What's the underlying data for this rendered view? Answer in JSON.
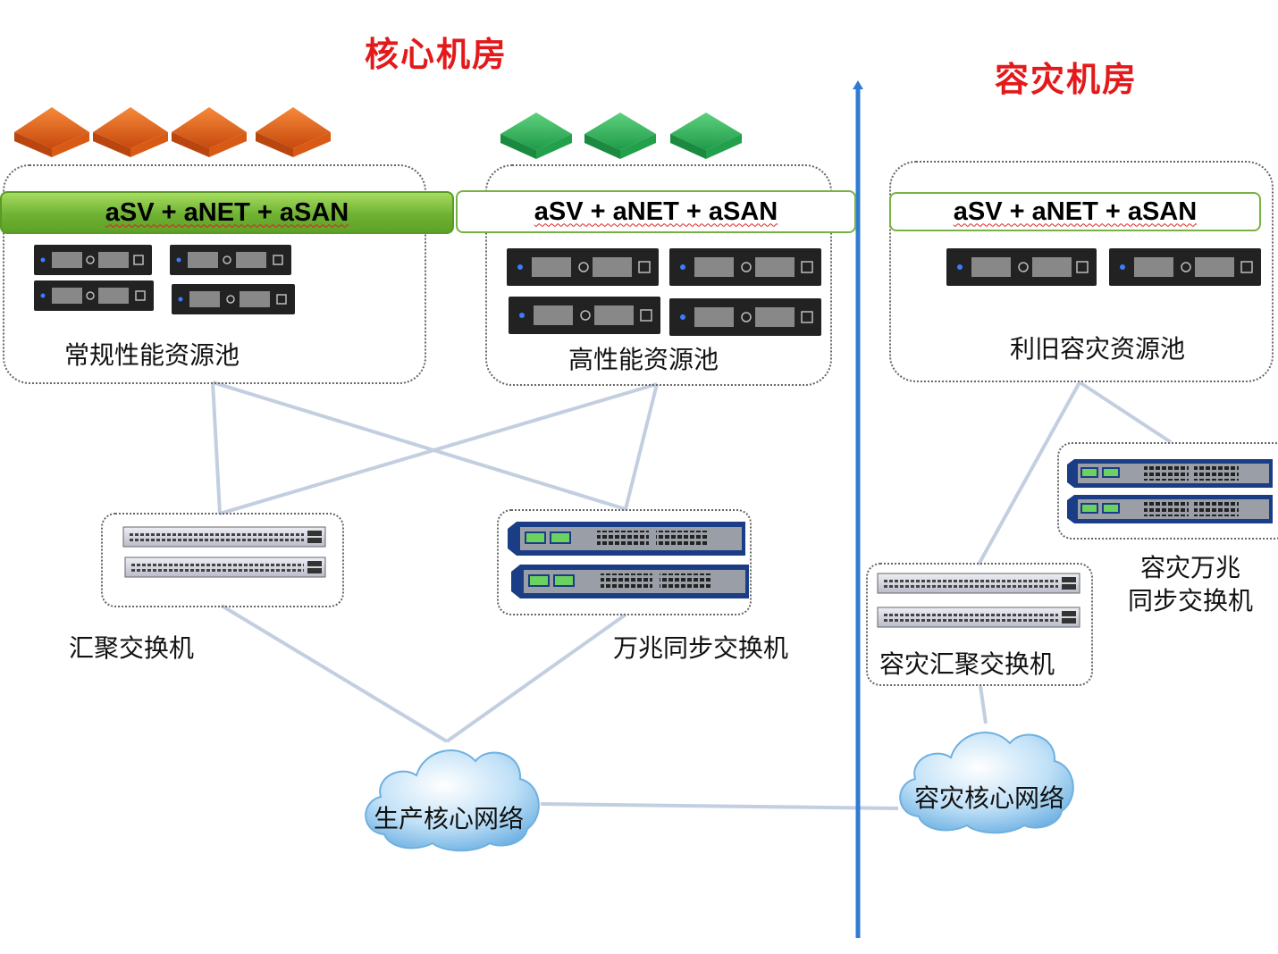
{
  "titles": {
    "core_room": "核心机房",
    "dr_room": "容灾机房"
  },
  "pools": {
    "regular": {
      "band": "aSV + aNET + aSAN",
      "label": "常规性能资源池"
    },
    "high": {
      "band": "aSV + aNET + aSAN",
      "label": "高性能资源池"
    },
    "dr": {
      "band": "aSV + aNET + aSAN",
      "label": "利旧容灾资源池"
    }
  },
  "switches": {
    "aggregation": {
      "label": "汇聚交换机"
    },
    "tengig_sync": {
      "label": "万兆同步交换机"
    },
    "dr_aggregation": {
      "label": "容灾汇聚交换机"
    },
    "dr_tengig_sync": {
      "label_line1": "容灾万兆",
      "label_line2": "同步交换机"
    }
  },
  "networks": {
    "production_core": "生产核心网络",
    "dr_core": "容灾核心网络"
  },
  "colors": {
    "title_red": "#e3191b",
    "orange_node": "#e0661a",
    "green_node": "#2db15a",
    "divider_blue": "#2f7bd1",
    "link_gray": "#c3cfe0"
  },
  "icons": {
    "orange_nodes": 4,
    "green_nodes": 3
  }
}
